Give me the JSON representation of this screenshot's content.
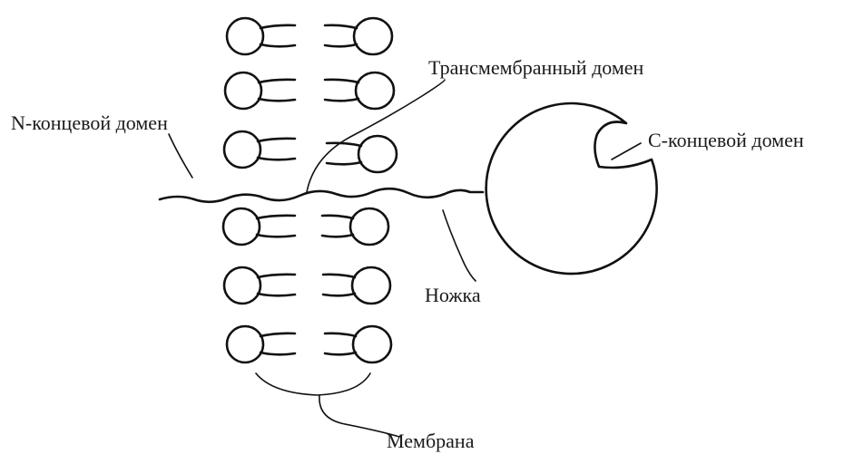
{
  "labels": {
    "transmembrane_domain": "Трансмембранный домен",
    "n_terminal_domain": "N-концевой домен",
    "c_terminal_domain": "C-концевой домен",
    "stalk": "Ножка",
    "membrane": "Мембрана"
  }
}
